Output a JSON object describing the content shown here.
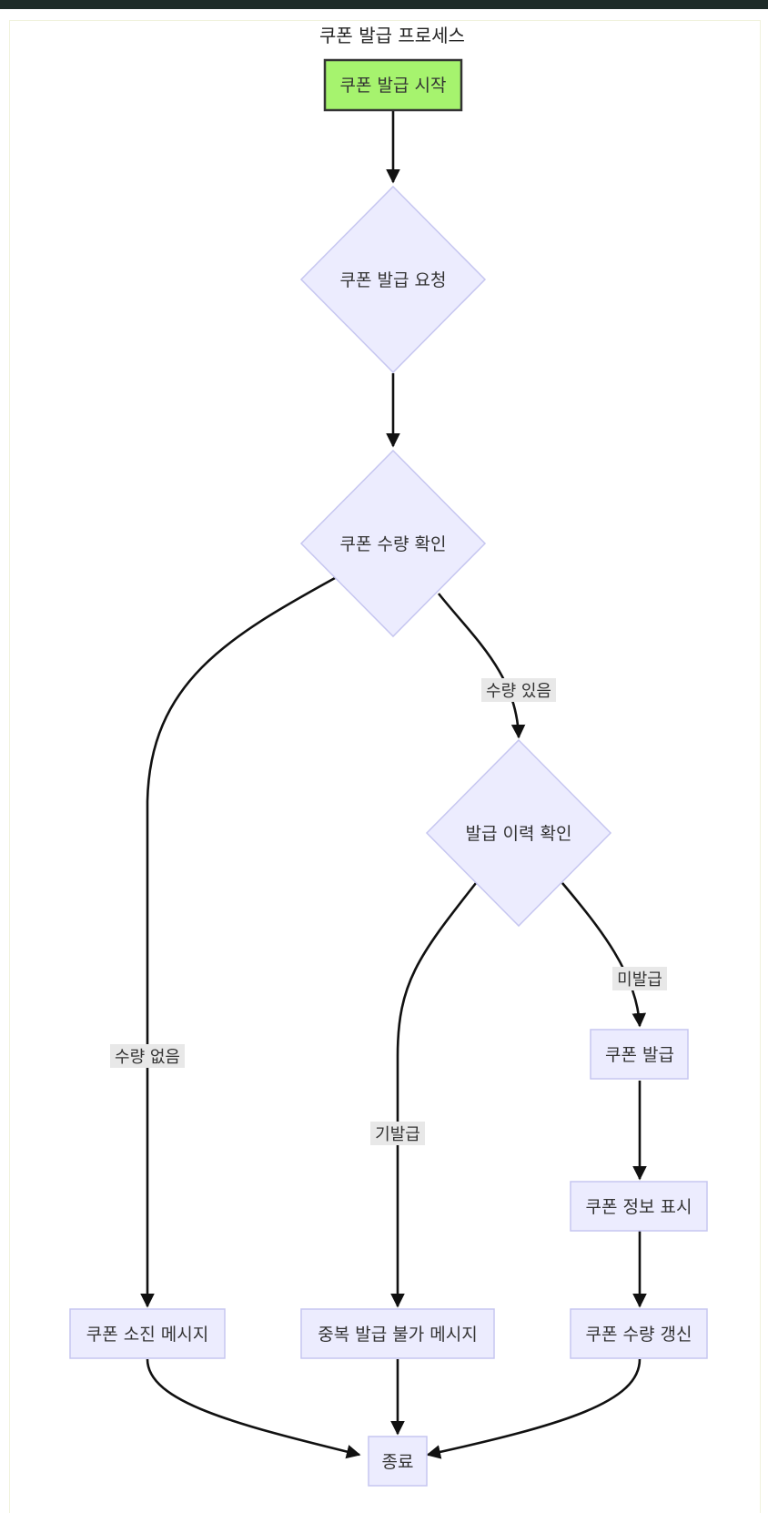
{
  "title": "쿠폰 발급 프로세스",
  "nodes": {
    "start": "쿠폰 발급 시작",
    "request": "쿠폰 발급 요청",
    "check_qty": "쿠폰 수량 확인",
    "check_history": "발급 이력 확인",
    "issue": "쿠폰 발급",
    "show_info": "쿠폰 정보 표시",
    "update_qty": "쿠폰 수량 갱신",
    "exhausted_msg": "쿠폰 소진 메시지",
    "duplicate_msg": "중복 발급 불가 메시지",
    "end": "종료"
  },
  "edges": {
    "qty_none": "수량 없음",
    "qty_available": "수량 있음",
    "already_issued": "기발급",
    "not_issued": "미발급"
  },
  "colors": {
    "start_fill": "#a6f36e",
    "start_stroke": "#333333",
    "node_fill": "#ececfe",
    "node_stroke": "#c6c6f0",
    "edge": "#111111"
  }
}
